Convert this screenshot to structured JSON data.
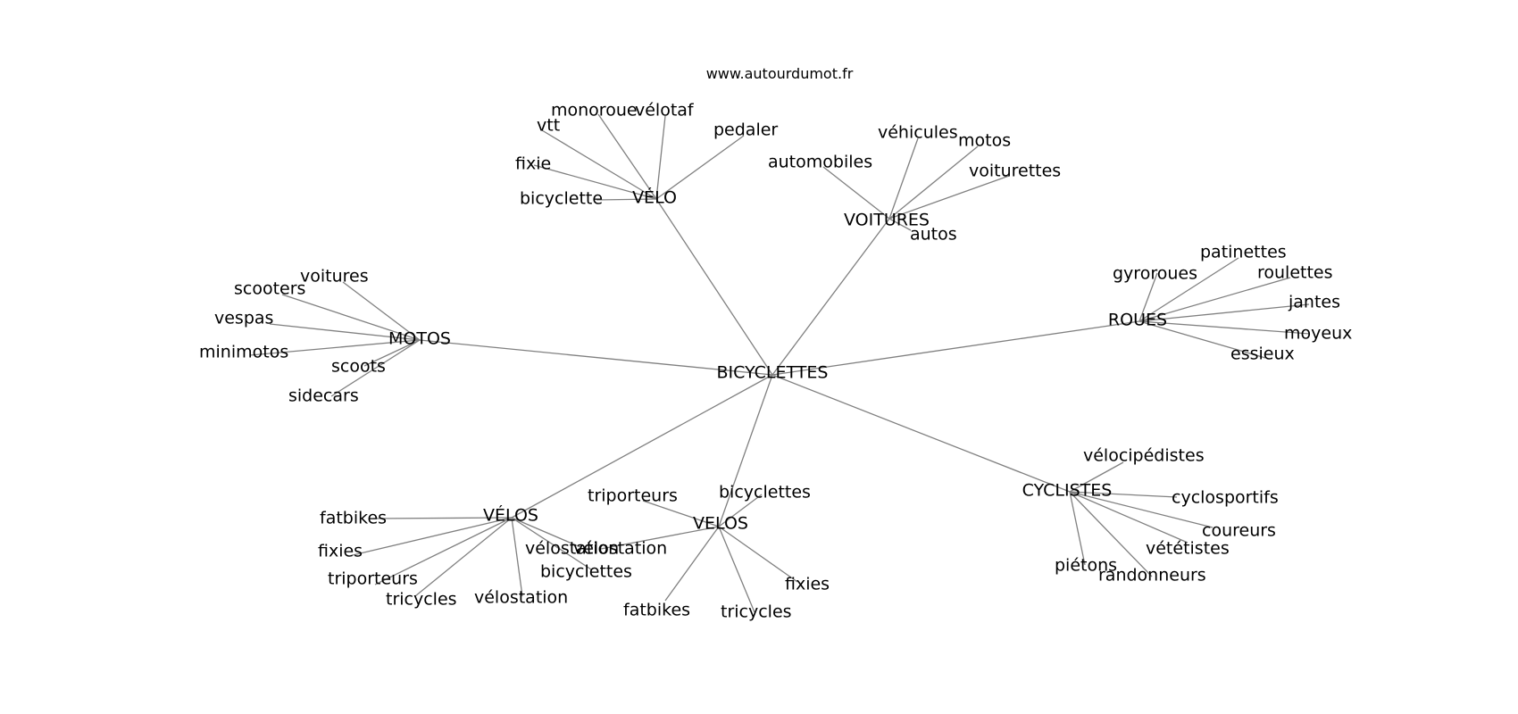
{
  "source_label": "www.autourdumot.fr",
  "root": {
    "id": "root",
    "label": "BICYCLETTES"
  },
  "hubs": [
    {
      "id": "velo",
      "label": "VÉLO",
      "children": [
        "vtt",
        "monoroue",
        "vélotaf",
        "pedaler",
        "fixie",
        "bicyclette"
      ]
    },
    {
      "id": "voitures",
      "label": "VOITURES",
      "children": [
        "automobiles",
        "véhicules",
        "motos",
        "voiturettes",
        "autos"
      ]
    },
    {
      "id": "motos",
      "label": "MOTOS",
      "children": [
        "voitures",
        "scooters",
        "vespas",
        "minimotos",
        "scoots",
        "sidecars"
      ]
    },
    {
      "id": "roues",
      "label": "ROUES",
      "children": [
        "gyroroues",
        "patinettes",
        "roulettes",
        "jantes",
        "moyeux",
        "essieux"
      ]
    },
    {
      "id": "cyclistes",
      "label": "CYCLISTES",
      "children": [
        "vélocipédistes",
        "cyclosportifs",
        "coureurs",
        "vététistes",
        "piétons",
        "randonneurs"
      ]
    },
    {
      "id": "velos_accent",
      "label": "VÉLOS",
      "children": [
        "fatbikes",
        "fixies",
        "triporteurs",
        "tricycles",
        "vélostation",
        "vélostation",
        "bicyclettes"
      ]
    },
    {
      "id": "velos",
      "label": "VELOS",
      "children": [
        "triporteurs",
        "bicyclettes",
        "vélostation",
        "fatbikes",
        "tricycles",
        "fixies"
      ]
    }
  ],
  "colors": {
    "edge": "#808080",
    "text": "#000000",
    "background": "#ffffff"
  }
}
